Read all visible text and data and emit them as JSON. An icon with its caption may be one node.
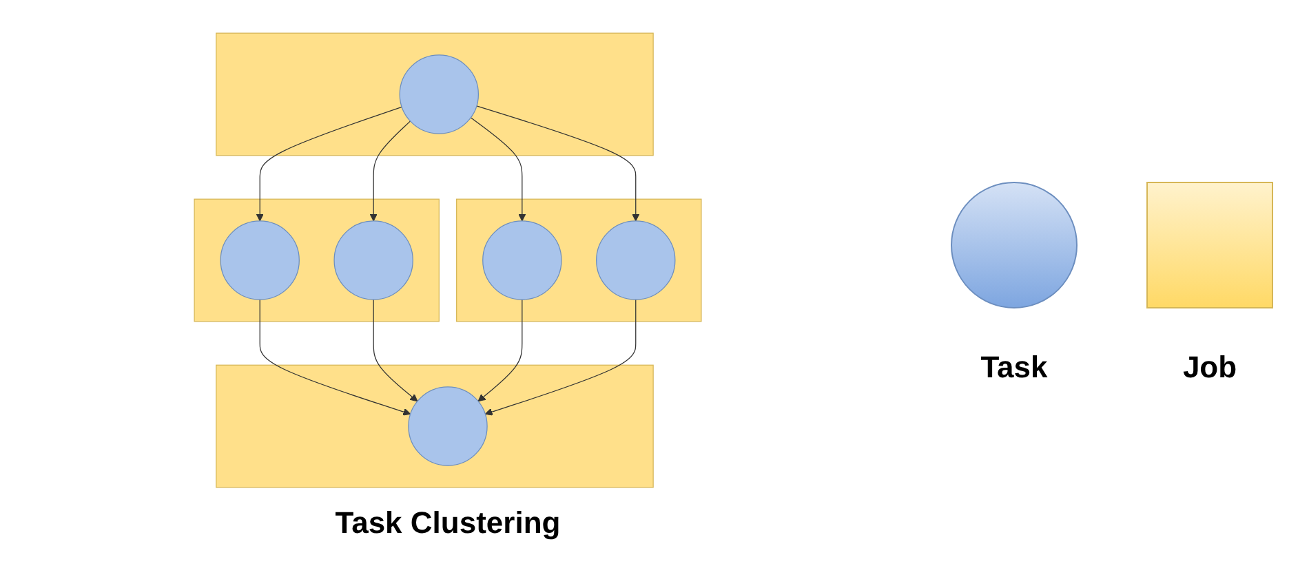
{
  "diagram": {
    "caption": "Task Clustering",
    "nodes": [
      {
        "text": [],
        "shape": "box"
      },
      {
        "text": [],
        "shape": "circle",
        "in": 0
      },
      {
        "text": [],
        "shape": "box"
      },
      {
        "text": [],
        "shape": "circle",
        "in": 2
      },
      {
        "text": [],
        "shape": "circle",
        "in": 2
      },
      {
        "text": [],
        "shape": "box"
      },
      {
        "text": [],
        "shape": "circle",
        "in": 5
      },
      {
        "text": [],
        "shape": "circle",
        "in": 5
      },
      {
        "text": [],
        "shape": "box"
      },
      {
        "text": [],
        "shape": "circle",
        "in": 8
      }
    ],
    "edges": [
      {
        "from": 1,
        "to": 3,
        "arrow": "to"
      },
      {
        "from": 1,
        "to": 4,
        "arrow": "to"
      },
      {
        "from": 1,
        "to": 6,
        "arrow": "to"
      },
      {
        "from": 1,
        "to": 7,
        "arrow": "to"
      },
      {
        "from": 3,
        "to": 9,
        "arrow": "to"
      },
      {
        "from": 4,
        "to": 9,
        "arrow": "to"
      },
      {
        "from": 6,
        "to": 9,
        "arrow": "to"
      },
      {
        "from": 7,
        "to": 9,
        "arrow": "to"
      }
    ],
    "legend": [
      {
        "text": "Task"
      },
      {
        "text": "Job"
      }
    ]
  }
}
